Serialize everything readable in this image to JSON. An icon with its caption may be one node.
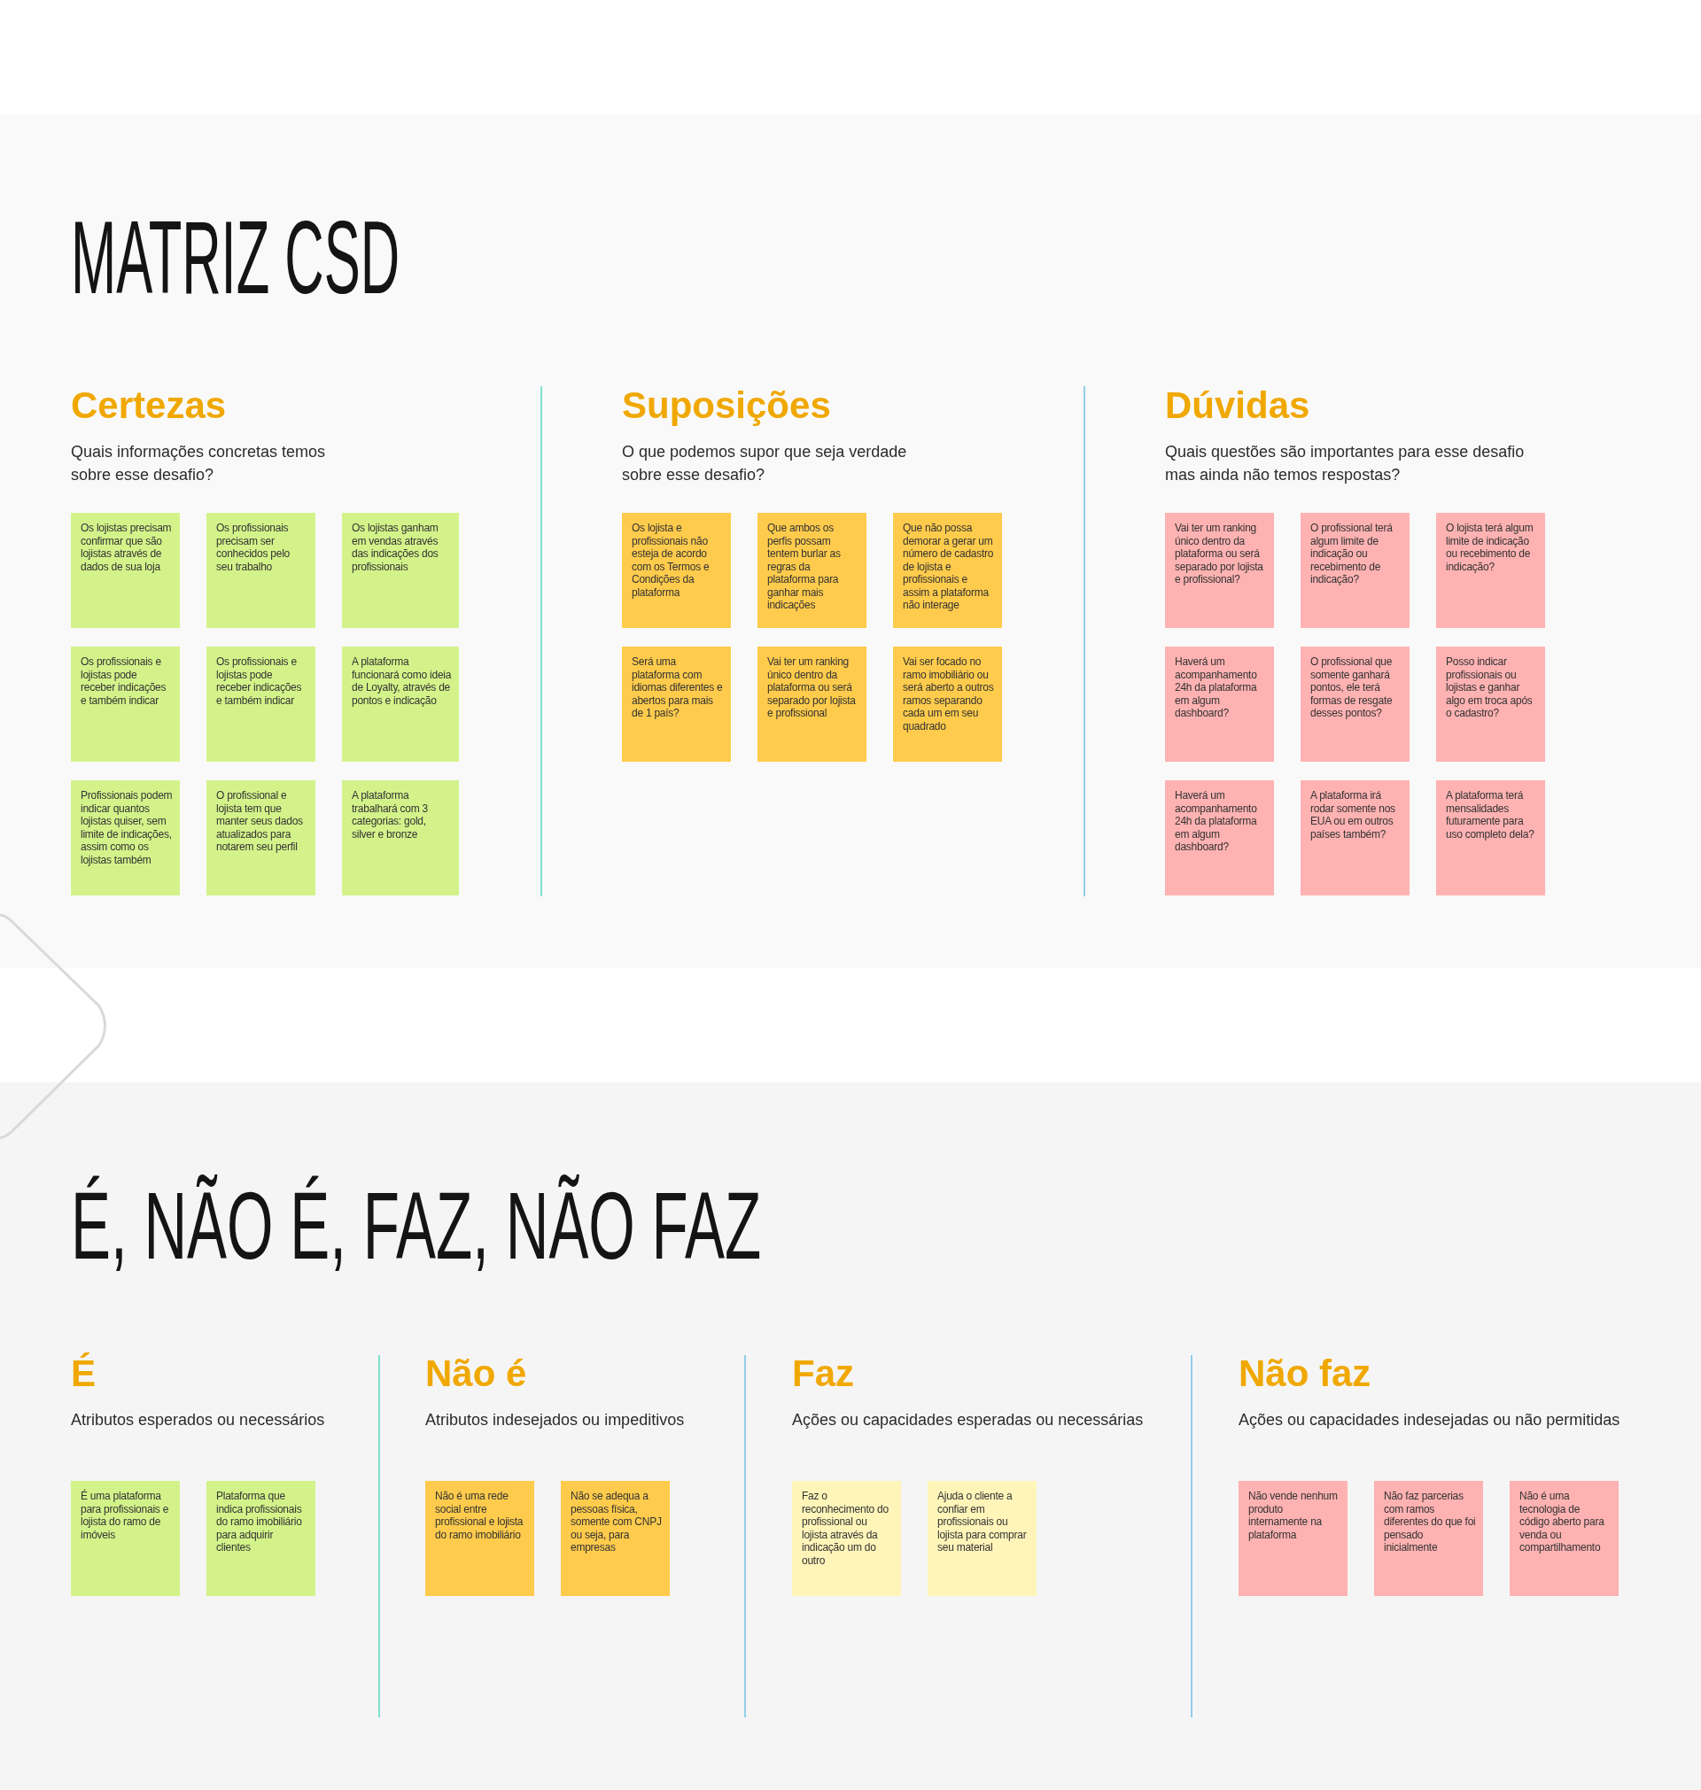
{
  "diagram": {
    "nodes": [
      {
        "text": [
          "MATRIZ CSD",
          "Certezas",
          "Quais informações concretas temos sobre esse desafio?",
          "Suposições",
          "O que podemos supor que seja verdade sobre esse desafio?",
          "Dúvidas",
          "Quais questões são importantes para esse desafio mas ainda não temos respostas?"
        ]
      },
      {
        "text": [
          "Os lojistas precisam confirmar que são lojistas através de dados de sua loja"
        ],
        "in": 0
      },
      {
        "text": [
          "Os profissionais precisam ser conhecidos pelo seu trabalho"
        ],
        "in": 0
      },
      {
        "text": [
          "Os lojistas ganham em vendas através das indicações dos profissionais"
        ],
        "in": 0
      },
      {
        "text": [
          "Os profissionais e lojistas pode receber indicações e também indicar"
        ],
        "in": 0
      },
      {
        "text": [
          "Os profissionais e lojistas pode receber indicações e também indicar"
        ],
        "in": 0
      },
      {
        "text": [
          "A plataforma funcionará como ideia de Loyalty, através de pontos e indicação"
        ],
        "in": 0
      },
      {
        "text": [
          "Profissionais podem indicar quantos lojistas quiser, sem limite de indicações, assim como os lojistas também"
        ],
        "in": 0
      },
      {
        "text": [
          "O profissional e lojista tem que manter seus dados atualizados para notarem seu perfil"
        ],
        "in": 0
      },
      {
        "text": [
          "A plataforma trabalhará com 3 categorias: gold, silver e bronze"
        ],
        "in": 0
      },
      {
        "text": [
          "Os lojista e profissionais não esteja de acordo com os Termos e Condições da plataforma"
        ],
        "in": 0
      },
      {
        "text": [
          "Que ambos os perfis possam tentem burlar as regras da plataforma para ganhar mais indicações"
        ],
        "in": 0
      },
      {
        "text": [
          "Que não possa demorar a gerar um número de cadastro de lojista e profissionais e assim a plataforma não interage"
        ],
        "in": 0
      },
      {
        "text": [
          "Será uma plataforma com idiomas diferentes e abertos para mais de 1 país?"
        ],
        "in": 0
      },
      {
        "text": [
          "Vai ter um ranking único dentro da plataforma ou será separado por lojista e profissional"
        ],
        "in": 0
      },
      {
        "text": [
          "Vai ser focado no ramo imobiliário ou será aberto a outros ramos separando cada um em seu quadrado"
        ],
        "in": 0
      },
      {
        "text": [
          "Vai ter um ranking único dentro da plataforma ou será separado por lojista e profissional?"
        ],
        "in": 0
      },
      {
        "text": [
          "O profissional terá algum limite de indicação ou recebimento de indicação?"
        ],
        "in": 0
      },
      {
        "text": [
          "O lojista terá algum limite de indicação ou recebimento de indicação?"
        ],
        "in": 0
      },
      {
        "text": [
          "Haverá um acompanhamento 24h da plataforma em algum dashboard?"
        ],
        "in": 0
      },
      {
        "text": [
          "O profissional que somente ganhará pontos, ele terá formas de resgate desses pontos?"
        ],
        "in": 0
      },
      {
        "text": [
          "Posso indicar profissionais ou lojistas e ganhar algo em troca após o cadastro?"
        ],
        "in": 0
      },
      {
        "text": [
          "Haverá um acompanhamento 24h da plataforma em algum dashboard?"
        ],
        "in": 0
      },
      {
        "text": [
          "A plataforma irá rodar somente nos EUA ou em outros países também?"
        ],
        "in": 0
      },
      {
        "text": [
          "A plataforma terá mensalidades futuramente para uso completo dela?"
        ],
        "in": 0
      },
      {
        "text": [
          "É, NÃO É, FAZ, NÃO FAZ",
          "É",
          "Atributos esperados ou necessários",
          "Não é",
          "Atributos indesejados ou impeditivos",
          "Faz",
          "Ações ou capacidades esperadas ou necessárias",
          "Não faz",
          "Ações ou capacidades indesejadas ou não permitidas"
        ]
      },
      {
        "text": [
          "É uma plataforma para profissionais e lojista do ramo de imóveis"
        ],
        "in": 25
      },
      {
        "text": [
          "Plataforma que indica profissionais do ramo imobiliário para adquirir clientes"
        ],
        "in": 25
      },
      {
        "text": [
          "Não é uma rede social entre profissional e lojista do ramo imobiliário"
        ],
        "in": 25
      },
      {
        "text": [
          "Não se adequa a pessoas física, somente com CNPJ ou seja, para empresas"
        ],
        "in": 25
      },
      {
        "text": [
          "Faz o reconhecimento do profissional ou lojista através da indicação um do outro"
        ],
        "in": 25
      },
      {
        "text": [
          "Ajuda o cliente a confiar em profissionais ou lojista para comprar seu material"
        ],
        "in": 25
      },
      {
        "text": [
          "Não vende nenhum produto internamente na plataforma"
        ],
        "in": 25
      },
      {
        "text": [
          "Não faz parcerias com ramos diferentes do que foi pensado inicialmente"
        ],
        "in": 25
      },
      {
        "text": [
          "Não é uma tecnologia de código aberto para venda ou compartilhamento"
        ],
        "in": 25
      }
    ]
  }
}
